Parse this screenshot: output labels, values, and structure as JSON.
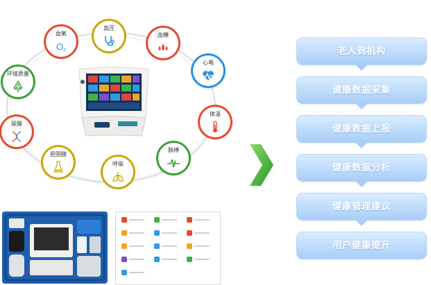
{
  "measurements": [
    {
      "label": "血氧",
      "icon": "o2-icon",
      "color": "#e64a2e"
    },
    {
      "label": "血压",
      "icon": "stethoscope-icon",
      "color": "#c9a800"
    },
    {
      "label": "血糖",
      "icon": "drops-icon",
      "color": "#e64a2e"
    },
    {
      "label": "心电",
      "icon": "heart-wave-icon",
      "color": "#2a8fe0"
    },
    {
      "label": "体温",
      "icon": "thermometer-icon",
      "color": "#e64a2e"
    },
    {
      "label": "脉搏",
      "icon": "pulse-icon",
      "color": "#3aa13a"
    },
    {
      "label": "呼吸",
      "icon": "lungs-icon",
      "color": "#c9a800"
    },
    {
      "label": "胆固醇",
      "icon": "flask-icon",
      "color": "#c9a800"
    },
    {
      "label": "尿酸",
      "icon": "dna-icon",
      "color": "#e64a2e"
    },
    {
      "label": "环境质量",
      "icon": "tree-icon",
      "color": "#3aa13a"
    }
  ],
  "flow_steps": [
    {
      "label": "老人到机构"
    },
    {
      "label": "健康数据采集"
    },
    {
      "label": "健康数据上报"
    },
    {
      "label": "健康数据分析"
    },
    {
      "label": "健康管理建议"
    },
    {
      "label": "用户健康提升"
    }
  ],
  "colors": {
    "step_top": "#d9ecff",
    "step_bottom": "#a8cef8",
    "arrow_green": "#35b536",
    "ring": "#d7dde2"
  }
}
